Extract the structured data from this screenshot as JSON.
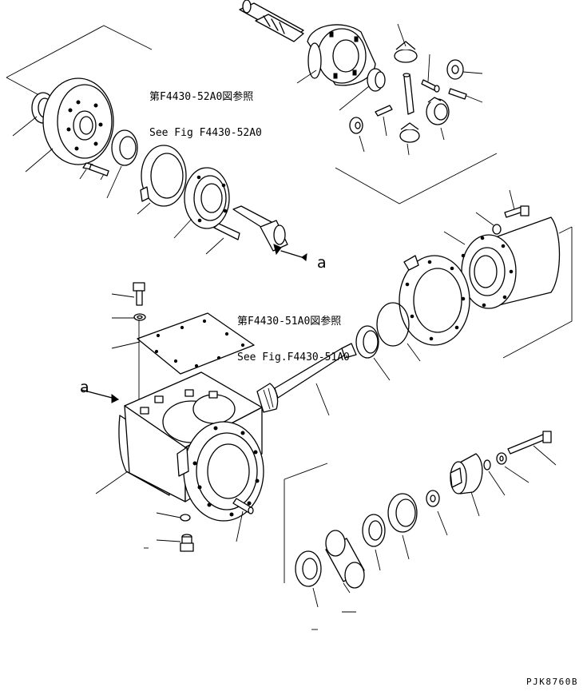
{
  "references": {
    "top": {
      "line_jp": "第F4430-52A0図参照",
      "line_en": "See Fig F4430-52A0"
    },
    "mid": {
      "line_jp": "第F4430-51A0図参照",
      "line_en": "See Fig.F4430-51A0"
    }
  },
  "markers": {
    "a_right": "a",
    "a_left": "a"
  },
  "drawing_code": "PJK8760B"
}
